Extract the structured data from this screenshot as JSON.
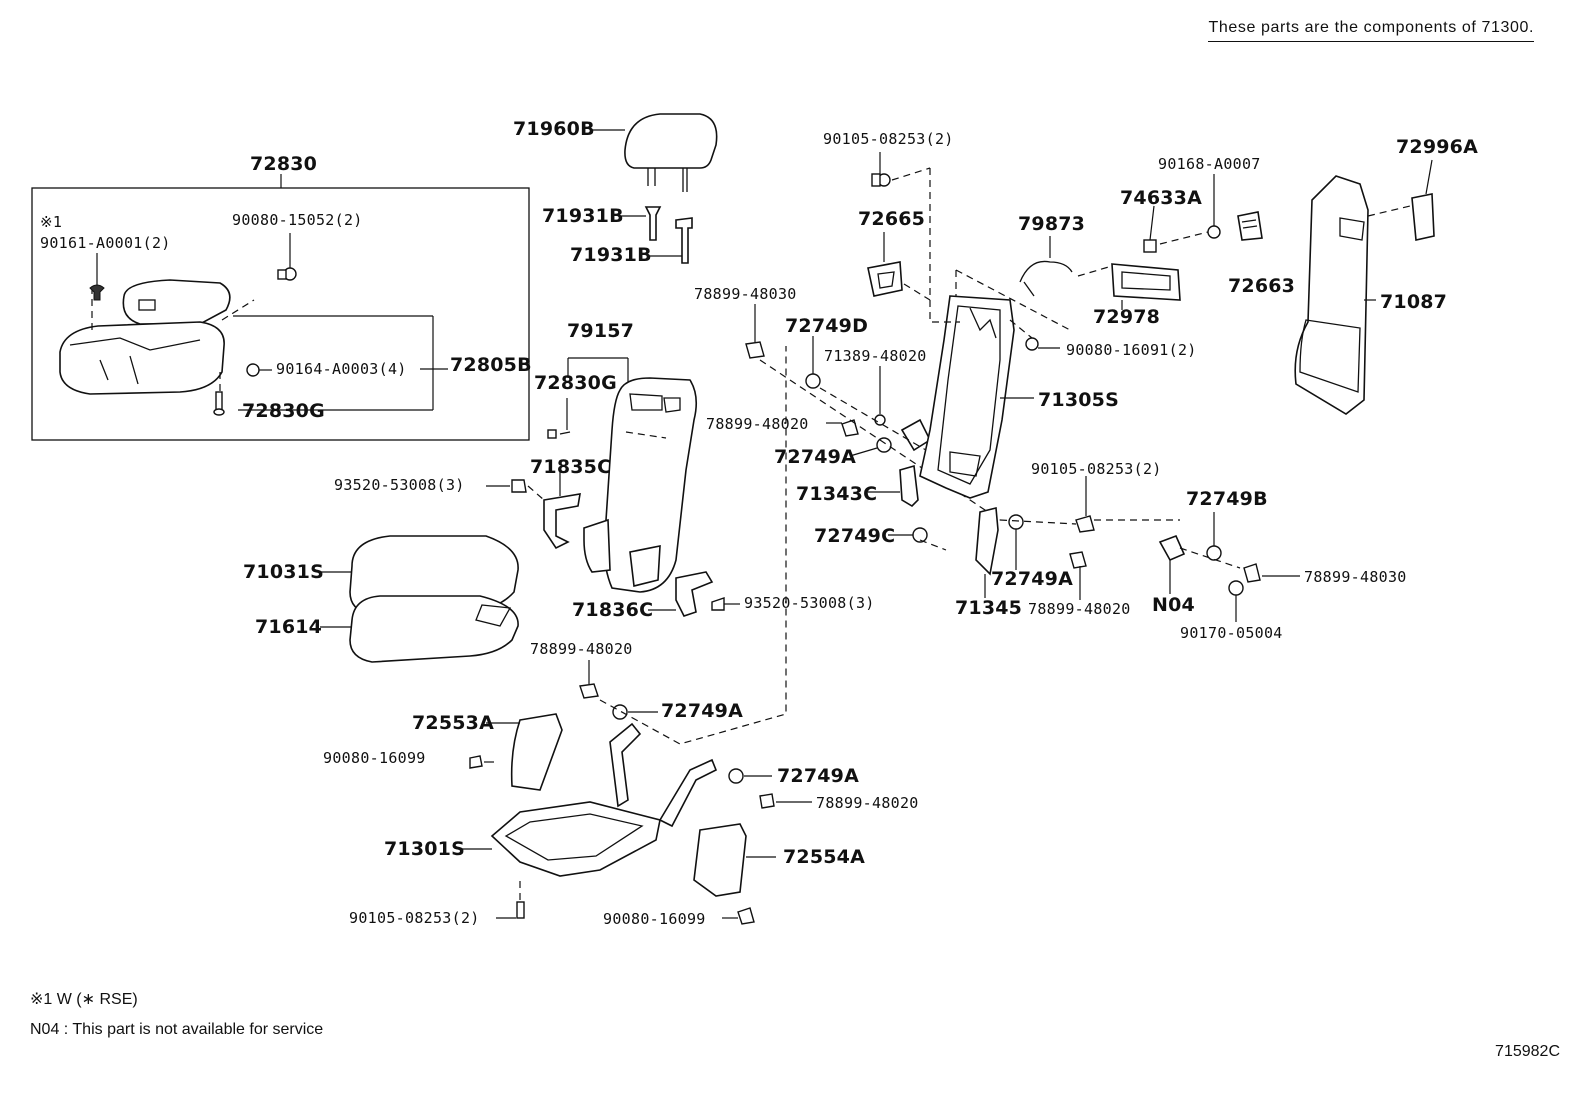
{
  "header_note": "These parts are the components of 71300.",
  "diagram_code": "715982C",
  "footnotes": [
    "※1  W (∗ RSE)",
    "N04 : This part is not available for service"
  ],
  "labels": {
    "p71960B": "71960B",
    "p71931B_1": "71931B",
    "p71931B_2": "71931B",
    "p72830": "72830",
    "note_x1": "※1",
    "p90161": "90161-A0001(2)",
    "p90080_15052": "90080-15052(2)",
    "p90164": "90164-A0003(4)",
    "p72805B": "72805B",
    "p72830G_box": "72830G",
    "p79157": "79157",
    "p72830G": "72830G",
    "p71835C": "71835C",
    "p93520_1": "93520-53008(3)",
    "p71031S": "71031S",
    "p71614": "71614",
    "p71836C": "71836C",
    "p93520_2": "93520-53008(3)",
    "p78899_48020_a": "78899-48020",
    "p72749A_a": "72749A",
    "p72553A": "72553A",
    "p90080_16099_a": "90080-16099",
    "p72749A_b": "72749A",
    "p78899_48020_b": "78899-48020",
    "p71301S": "71301S",
    "p72554A": "72554A",
    "p90105_bottom": "90105-08253(2)",
    "p90080_16099_b": "90080-16099",
    "p78899_48030_a": "78899-48030",
    "p72749D": "72749D",
    "p71389": "71389-48020",
    "p78899_48020_c": "78899-48020",
    "p72749A_c": "72749A",
    "p71343C": "71343C",
    "p72749C": "72749C",
    "p71345": "71345",
    "p72749A_d": "72749A",
    "p78899_48020_d": "78899-48020",
    "p90105_top": "90105-08253(2)",
    "p72665": "72665",
    "p79873": "79873",
    "p90080_16091": "90080-16091(2)",
    "p71305S": "71305S",
    "p90105_mid": "90105-08253(2)",
    "p74633A": "74633A",
    "p90168": "90168-A0007",
    "p72978": "72978",
    "p72663": "72663",
    "p72996A": "72996A",
    "p71087": "71087",
    "p72749B": "72749B",
    "p78899_48030_b": "78899-48030",
    "pN04": "N04",
    "p90170": "90170-05004"
  }
}
